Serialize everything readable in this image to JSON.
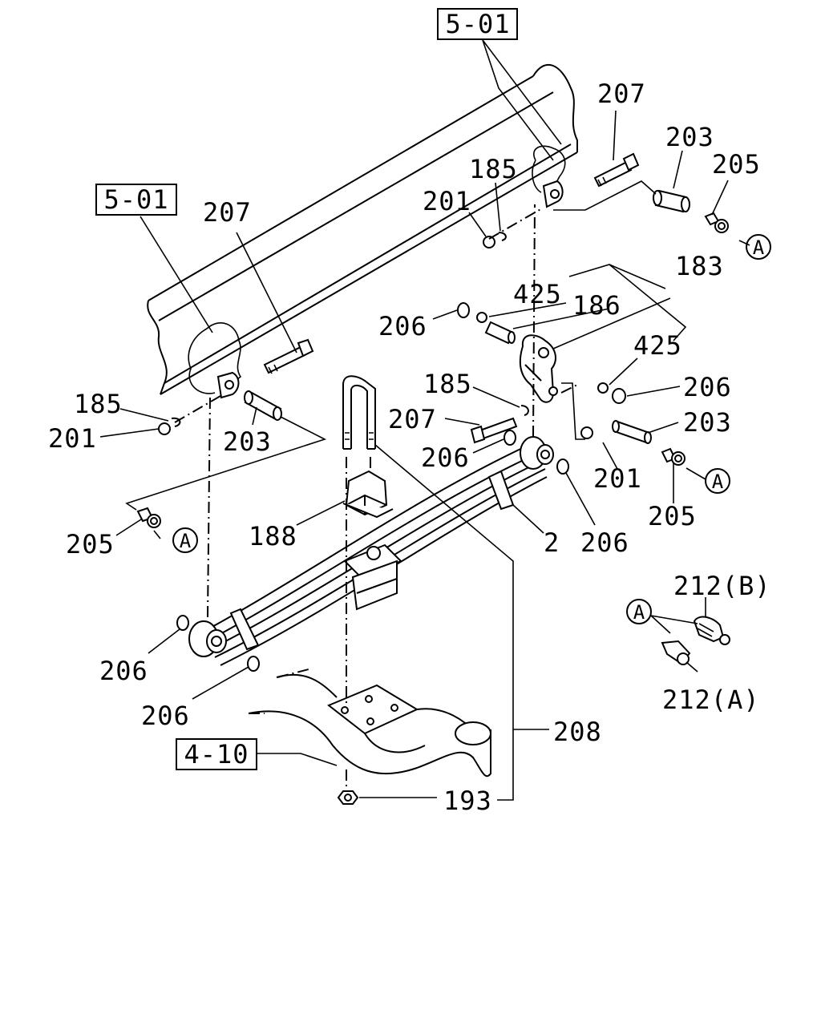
{
  "callouts": {
    "ref_501_top": "5-01",
    "ref_501_left": "5-01",
    "ref_410": "4-10",
    "p207_top": "207",
    "p203_top": "203",
    "p205_top": "205",
    "p185_top": "185",
    "p201_top": "201",
    "p183": "183",
    "p425_a": "425",
    "p186": "186",
    "p206_a": "206",
    "p425_b": "425",
    "p206_b": "206",
    "p185_mid": "185",
    "p207_mid": "207",
    "p206_c": "206",
    "p203_right": "203",
    "p201_right": "201",
    "p205_right": "205",
    "p206_d": "206",
    "p2": "2",
    "p207_left": "207",
    "p185_left": "185",
    "p201_left": "201",
    "p203_left": "203",
    "p205_left": "205",
    "p188": "188",
    "p206_e": "206",
    "p206_f": "206",
    "p208": "208",
    "p193": "193",
    "p212b": "212(B)",
    "p212a": "212(A)"
  },
  "markers": {
    "a1": "A",
    "a2": "A",
    "a3": "A",
    "a4": "A"
  }
}
